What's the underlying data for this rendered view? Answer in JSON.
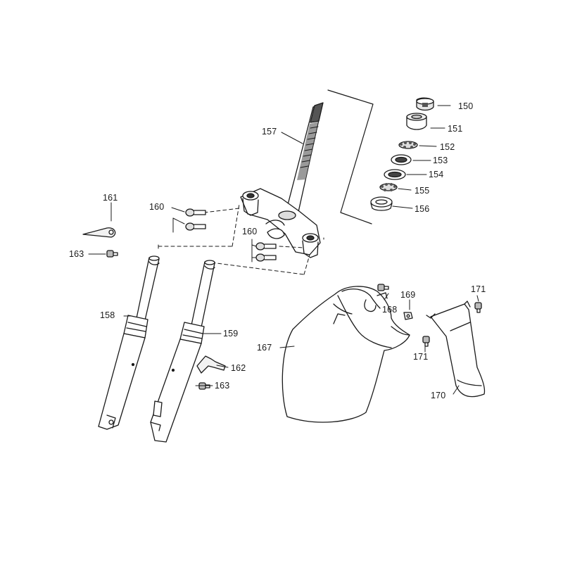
{
  "diagram": {
    "labels": {
      "p150": "150",
      "p151": "151",
      "p152": "152",
      "p153": "153",
      "p154": "154",
      "p155": "155",
      "p156": "156",
      "p157": "157",
      "p158": "158",
      "p159": "159",
      "p160a": "160",
      "p160b": "160",
      "p161": "161",
      "p162": "162",
      "p163a": "163",
      "p163b": "163",
      "p167": "167",
      "p168": "168",
      "p169": "169",
      "p170": "170",
      "p171a": "171",
      "p171b": "171"
    },
    "colors": {
      "line": "#1a1a1a",
      "part_fill": "#ffffff",
      "shade": "#cfcfcf",
      "dark": "#555555"
    }
  }
}
